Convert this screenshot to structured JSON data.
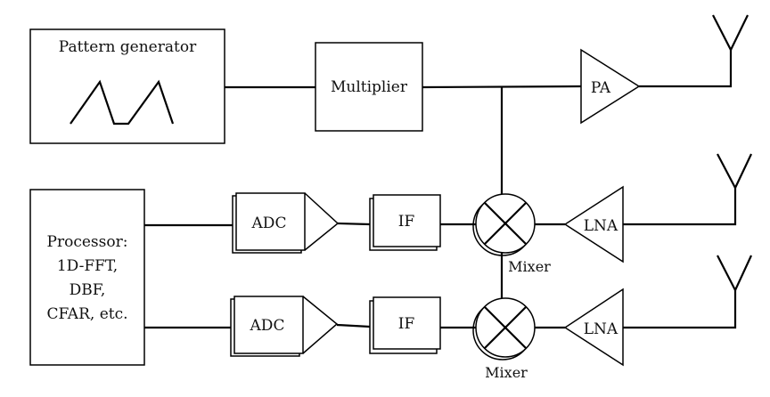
{
  "diagram": {
    "blocks": {
      "pattern_generator": "Pattern generator",
      "multiplier": "Multiplier",
      "pa": "PA",
      "processor": [
        "Processor:",
        "1D-FFT,",
        "DBF,",
        "CFAR, etc."
      ],
      "adc_1": "ADC",
      "adc_2": "ADC",
      "if_1": "IF",
      "if_2": "IF",
      "lna_1": "LNA",
      "lna_2": "LNA",
      "mixer_1": "Mixer",
      "mixer_2": "Mixer"
    },
    "icons": {
      "waveform": "triangle-wave-icon",
      "antenna": "antenna-icon",
      "mixer": "mixer-cross-icon",
      "amplifier": "amplifier-triangle-icon"
    }
  }
}
